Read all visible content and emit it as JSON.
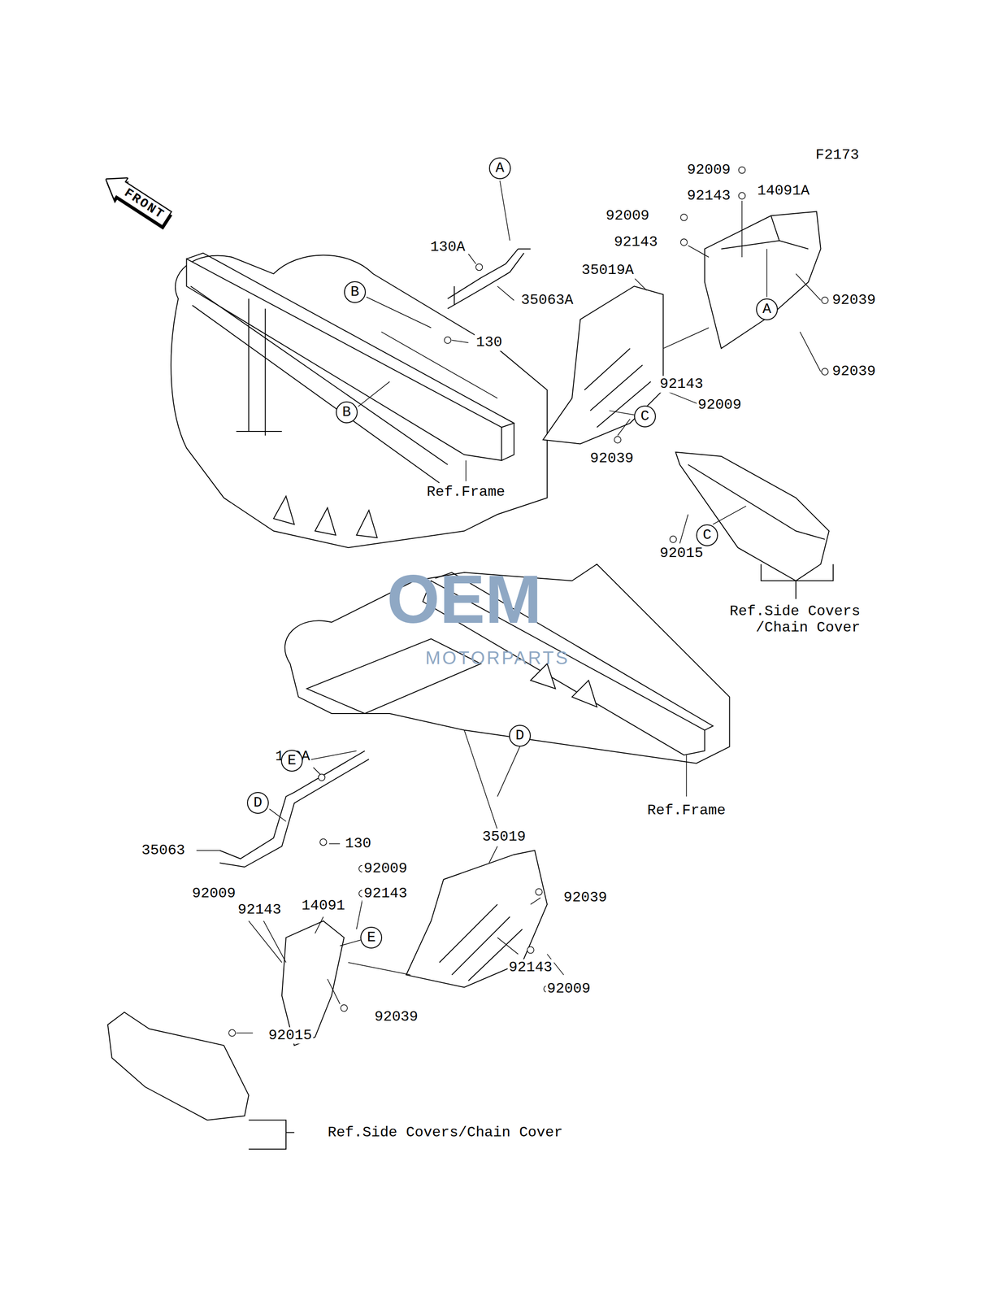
{
  "diagram": {
    "nodes": [
      {
        "text": [
          "FRONT"
        ]
      },
      {
        "text": [
          "A"
        ]
      },
      {
        "text": [
          "B"
        ]
      },
      {
        "text": [
          "B"
        ]
      },
      {
        "text": [
          "C"
        ]
      },
      {
        "text": [
          "A"
        ]
      },
      {
        "text": [
          "C"
        ]
      },
      {
        "text": [
          "D"
        ]
      },
      {
        "text": [
          "E"
        ]
      },
      {
        "text": [
          "D"
        ]
      },
      {
        "text": [
          "E"
        ]
      }
    ],
    "labels": [
      "F2173",
      "92009",
      "92143",
      "14091A",
      "92009",
      "92143",
      "130A",
      "35019A",
      "35063A",
      "92039",
      "130",
      "92039",
      "92143",
      "92009",
      "92039",
      "Ref.Frame",
      "92015",
      "Ref.Side Covers /Chain Cover",
      "130A",
      "Ref.Frame",
      "35019",
      "130",
      "35063",
      "92009",
      "92143",
      "92039",
      "92009",
      "14091",
      "92143",
      "92143",
      "92009",
      "92039",
      "92015",
      "Ref.Side Covers/Chain Cover",
      "OEM",
      "MOTORPARTS"
    ]
  }
}
